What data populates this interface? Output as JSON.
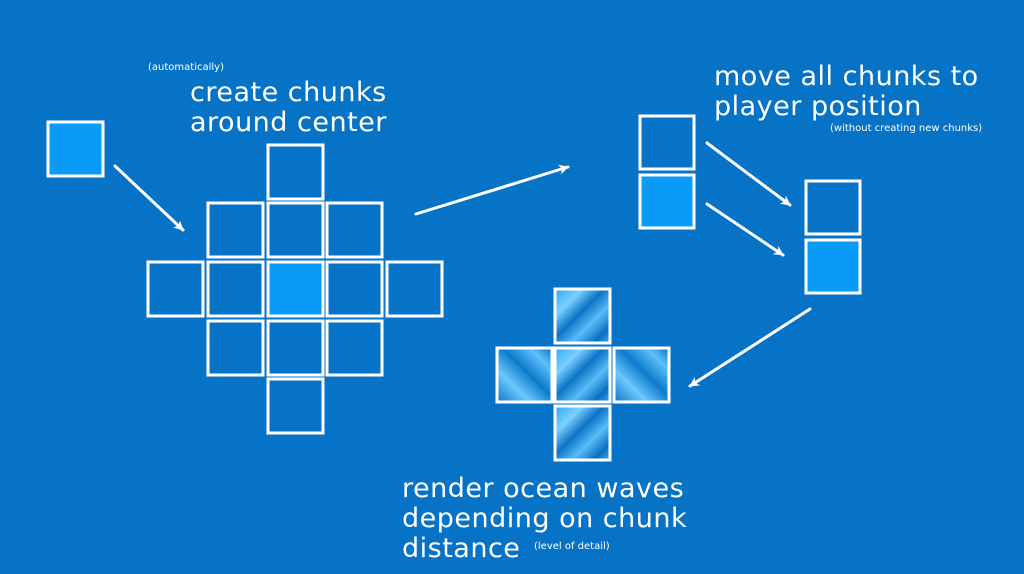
{
  "labels": {
    "step1_note": "(automatically)",
    "step1_line1": "create chunks",
    "step1_line2": "around center",
    "step2_line1": "move all chunks to",
    "step2_line2": "player position",
    "step2_note": "(without creating new chunks)",
    "step3_line1": "render ocean waves",
    "step3_line2": "depending on chunk",
    "step3_line3": "distance",
    "step3_note": "(level of detail)"
  },
  "colors": {
    "background": "#0773c6",
    "chalk": "#ffffff",
    "filled_chunk": "#0a9af7",
    "wave_light": "#6cc8ff",
    "wave_dark": "#0a6fc0"
  }
}
